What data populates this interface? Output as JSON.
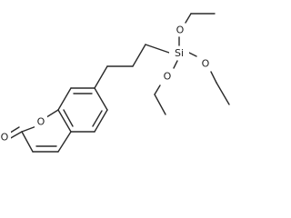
{
  "molecule": {
    "atoms": {
      "ring_oxygen": "O",
      "carbonyl_oxygen": "O",
      "silicon": "Si",
      "ethoxy_oxygen_top": "O",
      "ethoxy_oxygen_right": "O",
      "ethoxy_oxygen_bottom": "O"
    }
  },
  "colors": {
    "bond": "#2a2a2a",
    "label": "#222222",
    "background": "#ffffff"
  }
}
